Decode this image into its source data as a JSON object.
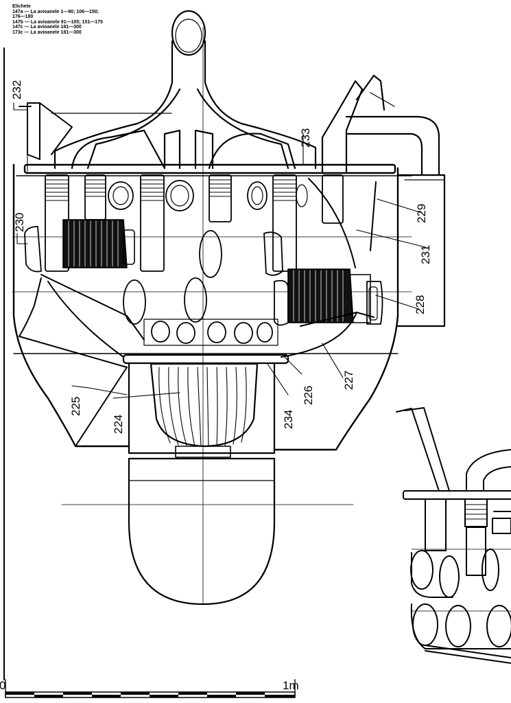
{
  "legend": {
    "title": "Elichete",
    "lines": [
      "147a — La avioanele 1—90; 106—150;",
      "176—180",
      "147b — La avioanele 91—105; 151—175",
      "147c — La avioanele 181—300",
      "173c — La avioanele 181—300"
    ]
  },
  "callouts": {
    "c232": "232",
    "c233": "233",
    "c229": "229",
    "c231": "231",
    "c230": "230",
    "c228": "228",
    "c227": "227",
    "c226": "226",
    "c234": "234",
    "c224": "224",
    "c225": "225"
  },
  "scale": {
    "start_label": "0",
    "end_label": "1m"
  },
  "colors": {
    "ink": "#000000",
    "paper": "#ffffff"
  }
}
